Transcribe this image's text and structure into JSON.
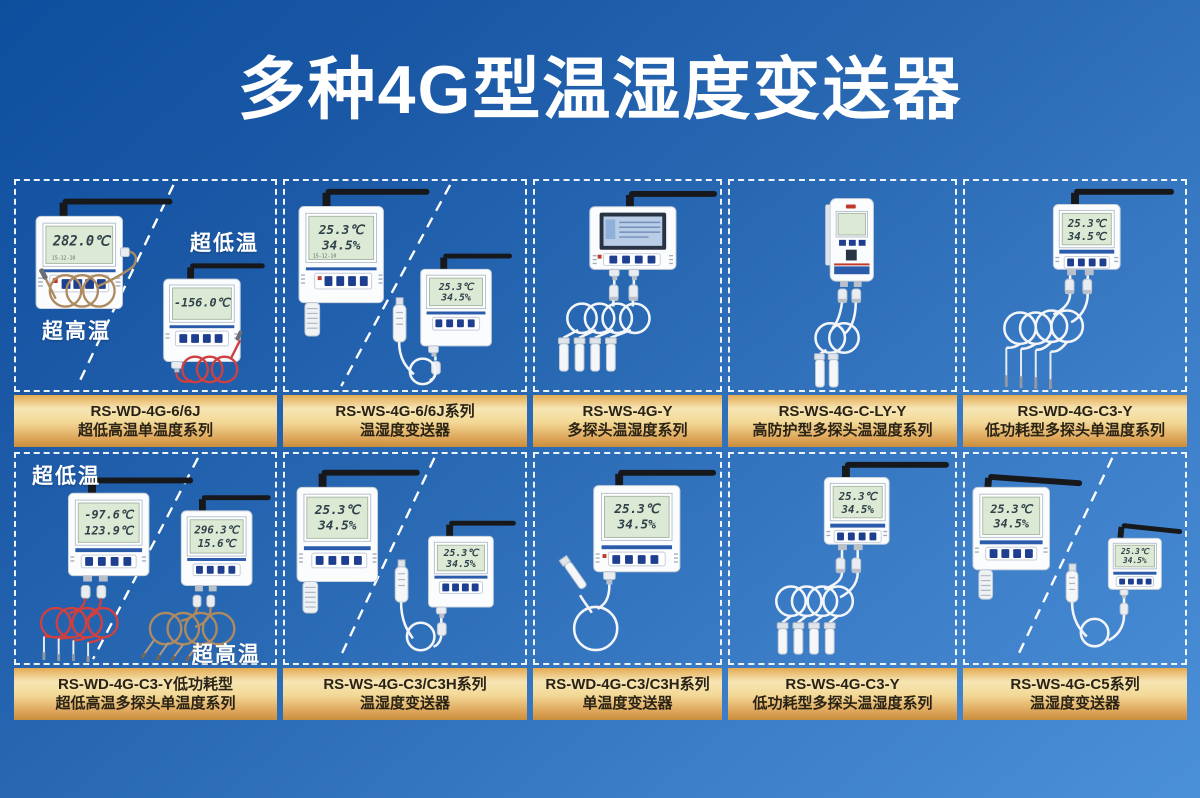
{
  "title": "多种4G型温湿度变送器",
  "colors": {
    "background_top": "#0d4f9e",
    "background_bottom": "#4a90d8",
    "label_gold_light": "#f6e5b4",
    "label_gold_dark": "#c98e3c",
    "label_text": "#2a2315",
    "lcd_green": "#dcead5",
    "device_accent_blue": "#2b5cab",
    "probe_red": "#cf4040",
    "probe_tan": "#ad8a5f",
    "annotation_text": "#ffffff"
  },
  "cells": [
    {
      "label1": "RS-WD-4G-6/6J",
      "label2": "超低高温单温度系列",
      "ann_low": "超低温",
      "ann_high": "超高温",
      "a_line1": "282.0℃",
      "a_sub": "15-12-10",
      "b_line1": "-156.0℃"
    },
    {
      "label1": "RS-WS-4G-6/6J系列",
      "label2": "温湿度变送器",
      "a_line1": "25.3℃",
      "a_line2": "34.5%",
      "a_sub": "15-12-10",
      "b_line1": "25.3℃",
      "b_line2": "34.5%"
    },
    {
      "label1": "RS-WS-4G-Y",
      "label2": "多探头温湿度系列"
    },
    {
      "label1": "RS-WS-4G-C-LY-Y",
      "label2": "高防护型多探头温湿度系列"
    },
    {
      "label1": "RS-WD-4G-C3-Y",
      "label2": "低功耗型多探头单温度系列",
      "a_line1": "25.3℃",
      "a_line2": "34.5℃"
    },
    {
      "label1": "RS-WD-4G-C3-Y低功耗型",
      "label2": "超低高温多探头单温度系列",
      "ann_low": "超低温",
      "ann_high": "超高温",
      "a_line1": "-97.6℃",
      "a_line2": "123.9℃",
      "b_line1": "296.3℃",
      "b_line2": "15.6℃"
    },
    {
      "label1": "RS-WS-4G-C3/C3H系列",
      "label2": "温湿度变送器",
      "a_line1": "25.3℃",
      "a_line2": "34.5%",
      "b_line1": "25.3℃",
      "b_line2": "34.5%"
    },
    {
      "label1": "RS-WD-4G-C3/C3H系列",
      "label2": "单温度变送器",
      "a_line1": "25.3℃",
      "a_line2": "34.5%"
    },
    {
      "label1": "RS-WS-4G-C3-Y",
      "label2": "低功耗型多探头温湿度系列",
      "a_line1": "25.3℃",
      "a_line2": "34.5%"
    },
    {
      "label1": "RS-WS-4G-C5系列",
      "label2": "温湿度变送器",
      "a_line1": "25.3℃",
      "a_line2": "34.5%",
      "b_line1": "25.3℃",
      "b_line2": "34.5%"
    }
  ]
}
